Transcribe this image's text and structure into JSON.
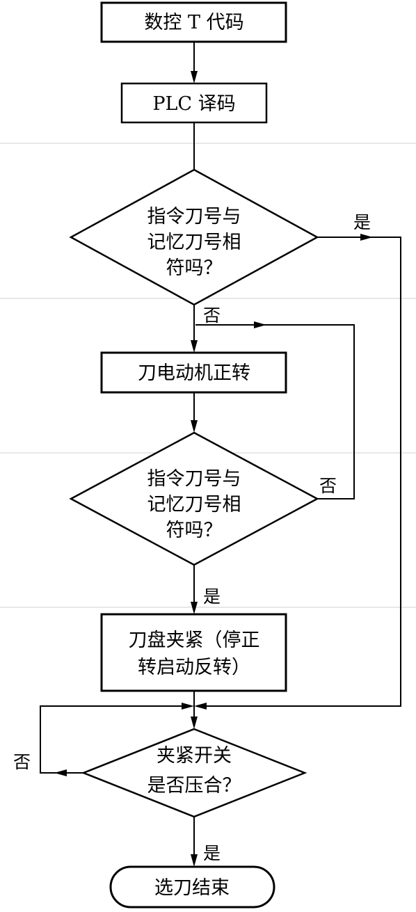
{
  "nodes": {
    "n1": "数控 T 代码",
    "n2": "PLC 译码",
    "d1": [
      "指令刀号与",
      "记忆刀号相",
      "符吗？"
    ],
    "n3": "刀电动机正转",
    "d2": [
      "指令刀号与",
      "记忆刀号相",
      "符吗？"
    ],
    "n4": [
      "刀盘夹紧（停正",
      "转启动反转）"
    ],
    "d3": [
      "夹紧开关",
      "是否压合？"
    ],
    "n5": "选刀结束"
  },
  "labels": {
    "d1_yes": "是",
    "d1_no": "否",
    "d2_no": "否",
    "d2_yes": "是",
    "d3_no": "否",
    "d3_yes": "是"
  }
}
